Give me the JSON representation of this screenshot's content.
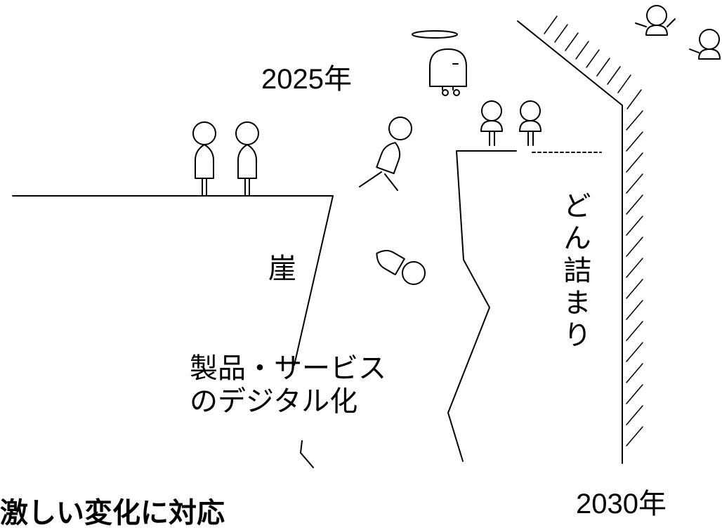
{
  "labels": {
    "year_start": "2025年",
    "year_end": "2030年",
    "cliff": "崖",
    "digitalization": "製品・サービス\nのデジタル化",
    "dead_end": "どん詰まり",
    "bottom_caption": "激しい変化に対応"
  },
  "figures": [
    "standing-person",
    "standing-person",
    "falling-person",
    "fallen-person",
    "angel-robot",
    "floating-person",
    "floating-person",
    "floating-person",
    "floating-person"
  ],
  "colors": {
    "line": "#000000",
    "background": "#ffffff"
  }
}
